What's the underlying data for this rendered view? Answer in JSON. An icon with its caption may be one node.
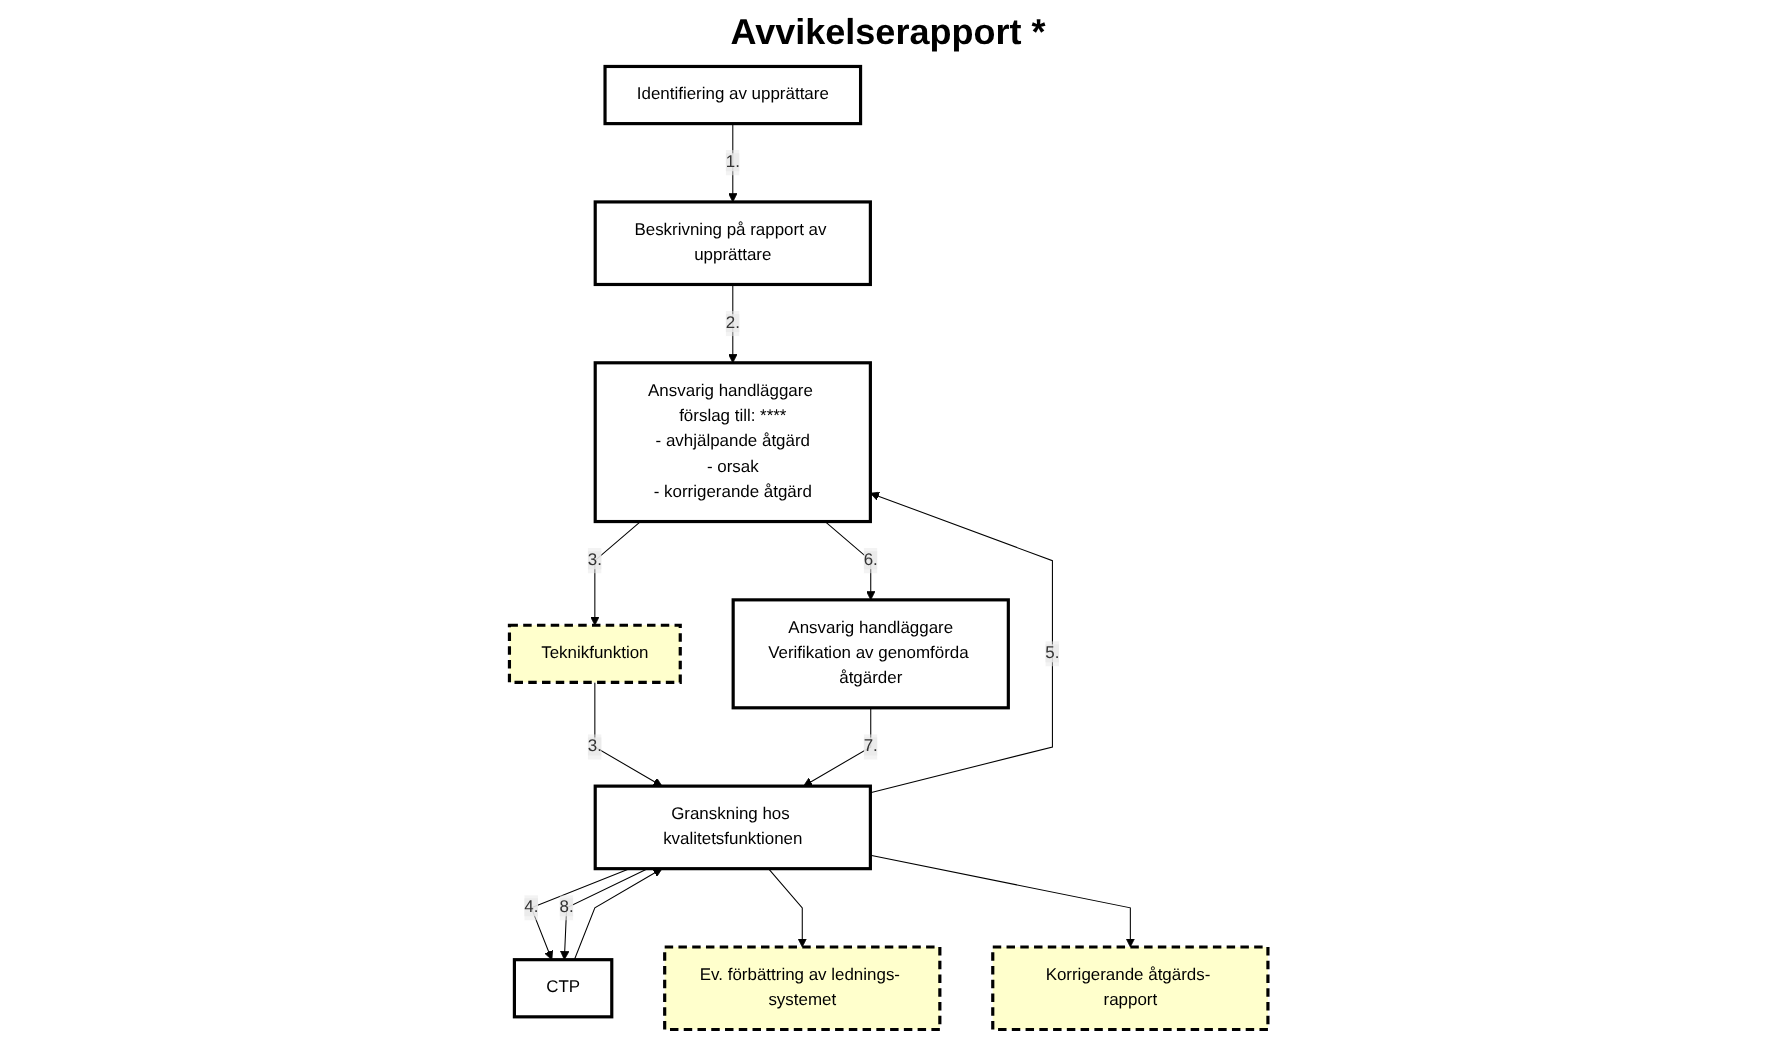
{
  "diagram": {
    "title": "Avvikelserapport *",
    "nodes": [
      {
        "text": [
          "Ev. förbättring av lednings- systemet"
        ]
      },
      {
        "text": [
          "Korrigerande åtgärds- rapport"
        ]
      },
      {
        "text": [
          "Identifiering av upprättare"
        ]
      },
      {
        "text": [
          "Beskrivning på rapport av upprättare"
        ]
      },
      {
        "text": [
          "Ansvarig handläggare",
          "Verifikation av genomförda åtgärder"
        ]
      },
      {
        "text": [
          "Granskning hos kvalitetsfunktionen"
        ]
      },
      {
        "text": [
          "Ansvarig handläggare förslag till: ****",
          "- avhjälpande åtgärd",
          "- orsak",
          "- korrigerande åtgärd"
        ]
      },
      {
        "text": [
          "CTP"
        ]
      },
      {
        "text": [
          "Teknikfunktion"
        ]
      }
    ],
    "edges": [
      {
        "from": 2,
        "to": 3,
        "arrow": "to",
        "label": "1."
      },
      {
        "from": 3,
        "to": 6,
        "arrow": "to",
        "label": "2."
      },
      {
        "from": 6,
        "to": 8,
        "arrow": "to",
        "label": "3."
      },
      {
        "from": 8,
        "to": 5,
        "arrow": "to",
        "label": "3."
      },
      {
        "from": 5,
        "to": 6,
        "arrow": "to",
        "label": "5."
      },
      {
        "from": 6,
        "to": 4,
        "arrow": "to",
        "label": "6."
      },
      {
        "from": 4,
        "to": 5,
        "arrow": "to",
        "label": "7."
      },
      {
        "from": 5,
        "to": 7,
        "arrow": "to",
        "label": "4."
      },
      {
        "from": 7,
        "to": 5,
        "arrow": "to"
      },
      {
        "from": 5,
        "to": 7,
        "arrow": "to",
        "label": "8."
      },
      {
        "from": 5,
        "to": 0,
        "arrow": "to"
      },
      {
        "from": 5,
        "to": 1,
        "arrow": "to"
      }
    ]
  }
}
